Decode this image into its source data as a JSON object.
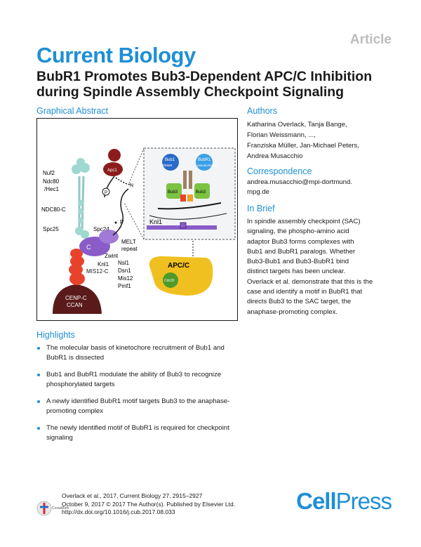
{
  "header": {
    "article_tag": "Article",
    "journal": "Current Biology",
    "title": "BubR1 Promotes Bub3-Dependent APC/C Inhibition during Spindle Assembly Checkpoint Signaling"
  },
  "graphical_abstract": {
    "heading": "Graphical Abstract",
    "labels": {
      "nuf2": "Nuf2",
      "ndc80": "Ndc80",
      "hec1": "/Hec1",
      "ndc80c": "NDC80-C",
      "spc25": "Spc25",
      "spc24": "Spc24",
      "bub1": "Bub1",
      "bub1_sub": "kinase",
      "bubr1": "BubR1",
      "bubr1_sub": "pseudo-kinase",
      "bub3a": "Bub3",
      "bub3b": "Bub3",
      "knl1_inset": "Knl1",
      "melt": "MELT",
      "melt2": "repeat",
      "zwint": "Zwint",
      "knl1": "Knl1",
      "c_letter": "C",
      "nsl1": "Nsl1",
      "dsn1": "Dsn1",
      "mis12": "Mis12",
      "pmf1": "Pmf1",
      "mis12c": "MIS12-C",
      "cenpc": "CENP-C",
      "ccan": "CCAN",
      "apcc": "APC/C",
      "cdc20": "Cdc20",
      "p": "P",
      "n": "N",
      "a": "Apc1"
    }
  },
  "authors": {
    "heading": "Authors",
    "lines": [
      "Katharina Overlack, Tanja Bange,",
      "Florian Weissmann, ...,",
      "Franziska Müller, Jan-Michael Peters,",
      "Andrea Musacchio"
    ]
  },
  "correspondence": {
    "heading": "Correspondence",
    "lines": [
      "andrea.musacchio@mpi-dortmund.",
      "mpg.de"
    ]
  },
  "in_brief": {
    "heading": "In Brief",
    "lines": [
      "In spindle assembly checkpoint (SAC)",
      "signaling, the phospho-amino acid",
      "adaptor Bub3 forms complexes with",
      "Bub1 and BubR1 paralogs. Whether",
      "Bub3-Bub1 and Bub3-BubR1 bind",
      "distinct targets has been unclear.",
      "Overlack et al. demonstrate that this is the",
      "case and identify a motif in BubR1 that",
      "directs Bub3 to the SAC target, the",
      "anaphase-promoting complex."
    ]
  },
  "highlights": {
    "heading": "Highlights",
    "items": [
      [
        "The molecular basis of kinetochore recruitment of Bub1 and",
        "BubR1 is dissected"
      ],
      [
        "Bub1 and BubR1 modulate the ability of Bub3 to recognize",
        "phosphorylated targets"
      ],
      [
        "A newly identified BubR1 motif targets Bub3 to the anaphase-",
        "promoting complex"
      ],
      [
        "The newly identified motif of BubR1 is required for checkpoint",
        "signaling"
      ]
    ]
  },
  "footer": {
    "citation": [
      "Overlack et al., 2017, Current Biology 27, 2915–2927",
      "October 9, 2017 © 2017 The Author(s). Published by Elsevier Ltd.",
      "http://dx.doi.org/10.1016/j.cub.2017.08.033"
    ],
    "crossmark": "CrossMark",
    "publisher_a": "Cell",
    "publisher_b": "Press"
  },
  "colors": {
    "brand_blue": "#1f8fd6",
    "kinetochore_red": "#e8432a",
    "cenp_dark": "#5a1a1a",
    "bub3_green": "#7cc243",
    "apc_yellow": "#f0c020",
    "knl1_purple": "#8a5cc7",
    "ndc80_teal": "#9fd8cf"
  }
}
